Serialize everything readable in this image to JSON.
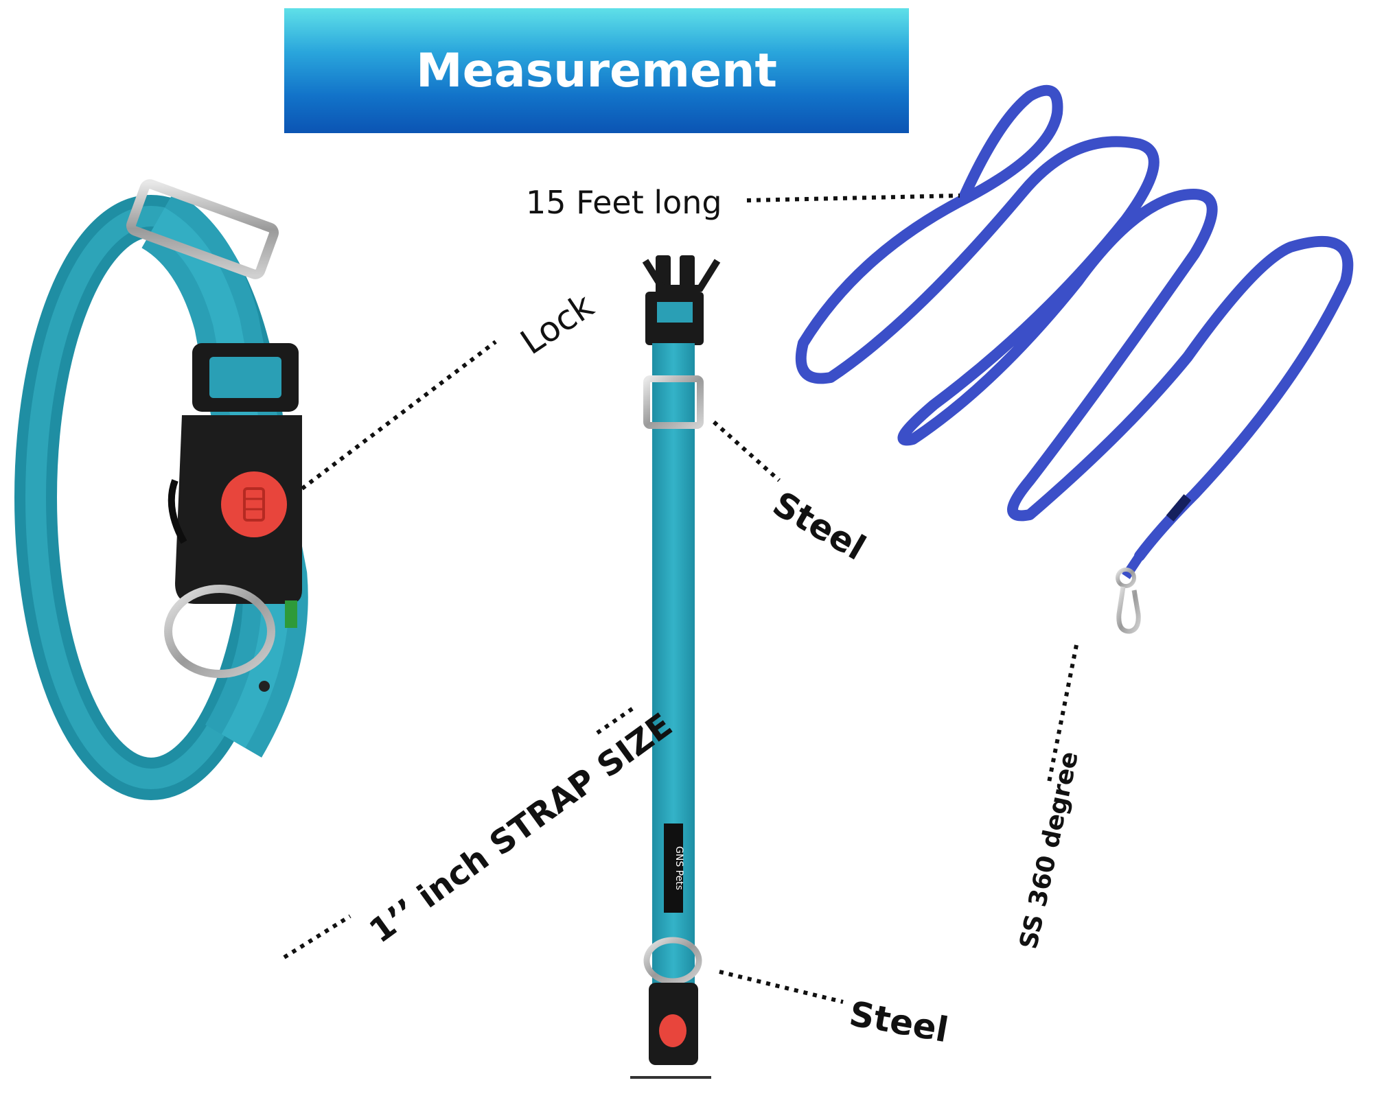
{
  "banner": {
    "title": "Measurement"
  },
  "labels": {
    "feet_long": "15  Feet long",
    "lock": "Lock",
    "steel_top": "Steel",
    "steel_bottom": "Steel",
    "strap_size": "1’’ inch STRAP SIZE",
    "swivel": "SS 360 degree"
  },
  "brand_tag": "GNS Pets",
  "colors": {
    "banner_top": "#5fe0e8",
    "banner_bottom": "#0b54b3",
    "collar": "#2a9fb5",
    "leash": "#3b4fc8",
    "buckle": "#1a1a1a",
    "release_button": "#e8453c"
  }
}
